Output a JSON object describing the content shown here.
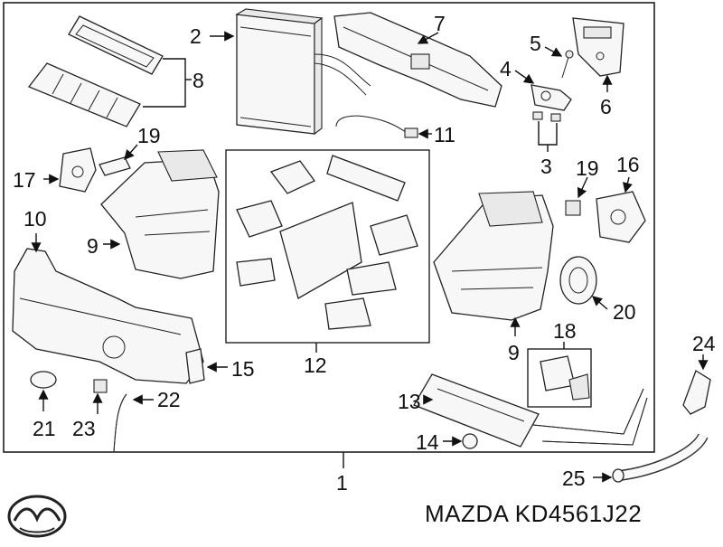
{
  "brand": {
    "text": "MAZDA KD4561J22",
    "logo_icon": "mazda-logo-icon"
  },
  "callouts": {
    "c1": "1",
    "c2": "2",
    "c3": "3",
    "c4": "4",
    "c5": "5",
    "c6": "6",
    "c7": "7",
    "c8": "8",
    "c9a": "9",
    "c9b": "9",
    "c10": "10",
    "c11": "11",
    "c12": "12",
    "c13": "13",
    "c14": "14",
    "c15": "15",
    "c16": "16",
    "c17": "17",
    "c18": "18",
    "c19a": "19",
    "c19b": "19",
    "c20": "20",
    "c21": "21",
    "c22": "22",
    "c23": "23",
    "c24": "24",
    "c25": "25"
  }
}
